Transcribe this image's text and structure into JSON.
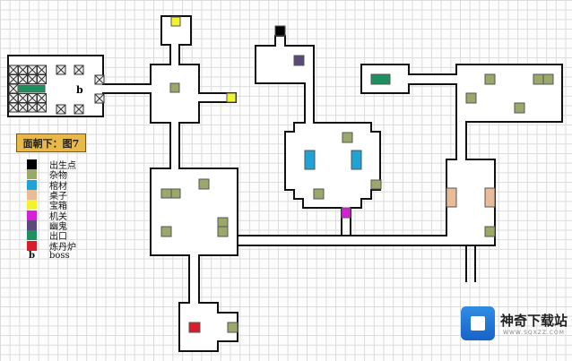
{
  "map_title": "面朝下：图7",
  "boss_marker": "b",
  "legend": [
    {
      "label": "出生点",
      "color": "#000000"
    },
    {
      "label": "杂物",
      "color": "#9aa86a"
    },
    {
      "label": "棺材",
      "color": "#1ea3d8"
    },
    {
      "label": "桌子",
      "color": "#e8bc98"
    },
    {
      "label": "宝箱",
      "color": "#f2f230"
    },
    {
      "label": "机关",
      "color": "#d81ed8"
    },
    {
      "label": "幽鬼",
      "color": "#5a4a7a"
    },
    {
      "label": "出口",
      "color": "#1e9060"
    },
    {
      "label": "炼丹炉",
      "color": "#d81e2a"
    },
    {
      "label": "boss",
      "symbol": "b"
    }
  ],
  "watermark": {
    "name": "神奇下载站",
    "url": "WWW.SQXZZ.COM"
  }
}
